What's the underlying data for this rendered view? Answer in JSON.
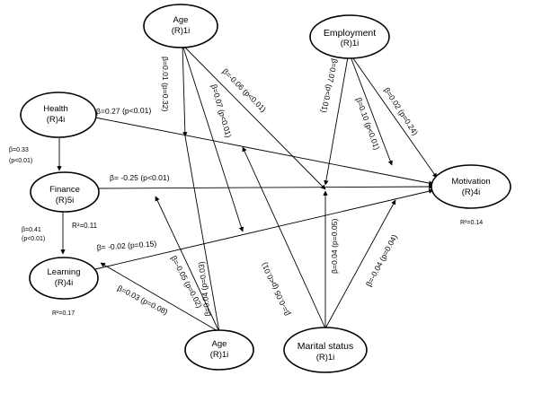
{
  "nodes": {
    "age_top": {
      "name": "Age",
      "code": "(R)1i"
    },
    "employment": {
      "name": "Employment",
      "code": "(R)1i"
    },
    "health": {
      "name": "Health",
      "code": "(R)4i"
    },
    "finance": {
      "name": "Finance",
      "code": "(R)5i"
    },
    "learning": {
      "name": "Learning",
      "code": "(R)4i"
    },
    "motivation": {
      "name": "Motivation",
      "code": "(R)4i"
    },
    "age_bottom": {
      "name": "Age",
      "code": "(R)1i"
    },
    "marital": {
      "name": "Marital status",
      "code": "(R)1i"
    }
  },
  "coefficients": {
    "health_motivation": "β=0.27 (p<0.01)",
    "health_finance_beta": "β=0.33",
    "health_finance_p": "(p<0.01)",
    "finance_motivation": "β= -0.25 (p<0.01)",
    "finance_learning_beta": "β=0.41",
    "finance_learning_p": "(p<0.01)",
    "learning_motivation": "β= -0.02 (p=0.15)",
    "agetop_a": "β=0.01 (p=0.32)",
    "agetop_b": "β=0.07 (p<0.01)",
    "agetop_c": "β=-0.06 (p<0.01)",
    "emp_a": "β=0.07 (p<0.01)",
    "emp_b": "β=0.10 (p<0.01)",
    "emp_c": "β=0.02 (p=0.24)",
    "agebot_learning": "β=0.03 (p=0.08)",
    "agebot_finance": "β=-0.05 (p=0.02)",
    "agebot_c": "β=0.04 (p=0.03)",
    "mar_a": "β=-0.05 (p<0.01)",
    "mar_b": "β=0.04 (p=0.05)",
    "mar_c": "β=-0.04 (p=0.04)"
  },
  "r_squared": {
    "finance": "R²=0.11",
    "learning": "R²=0.17",
    "motivation": "R²=0.14"
  }
}
